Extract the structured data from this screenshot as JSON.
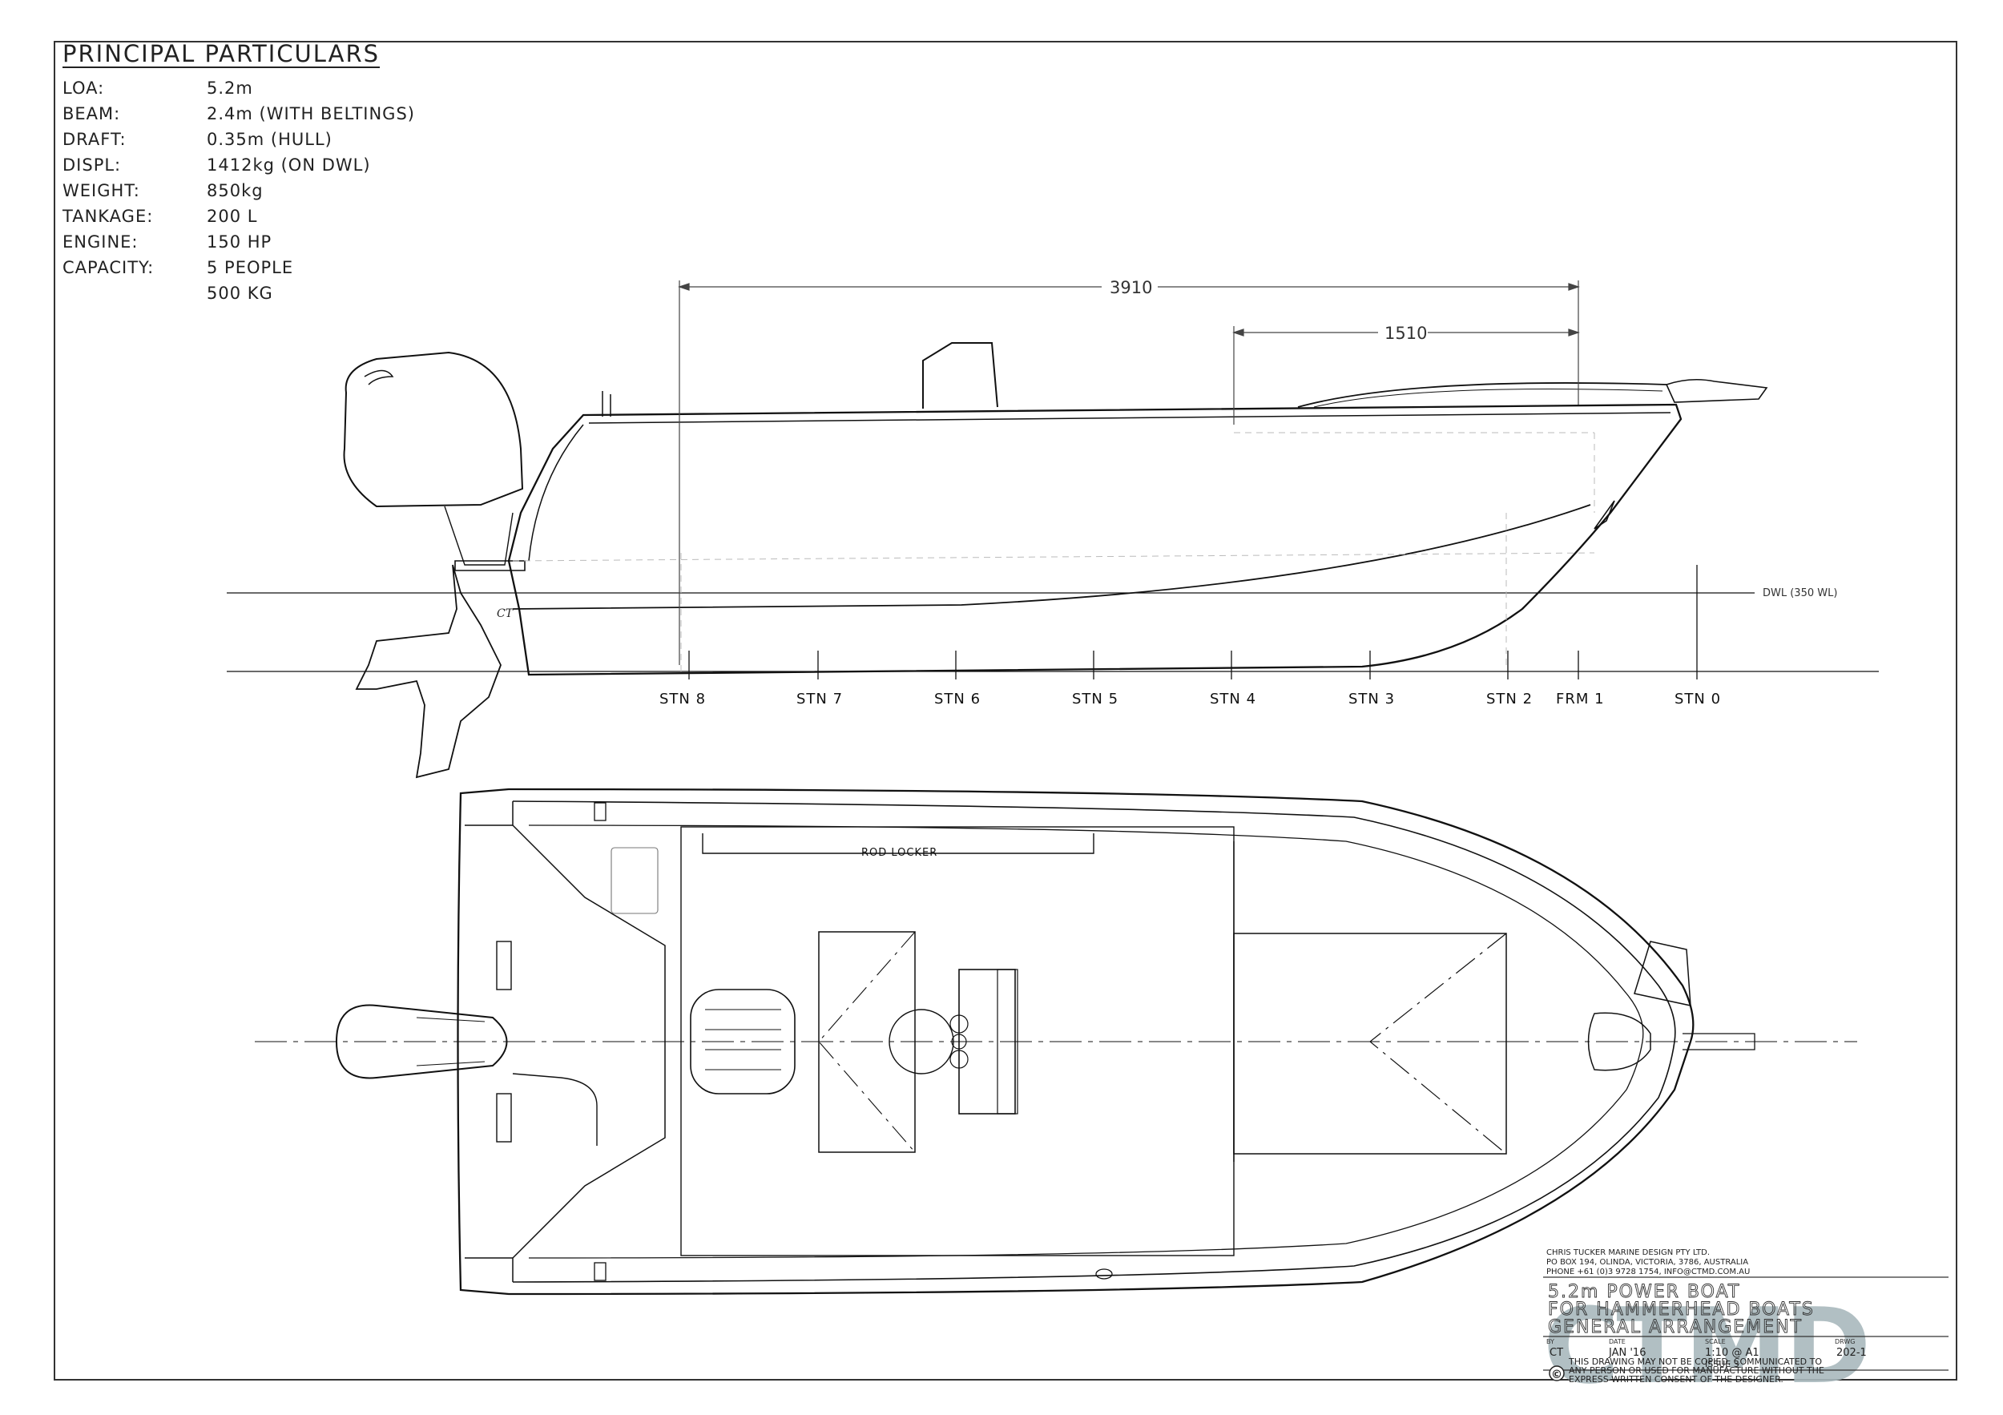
{
  "particulars": {
    "heading": "PRINCIPAL PARTICULARS",
    "rows": [
      {
        "label": "LOA:",
        "value": "5.2m"
      },
      {
        "label": "BEAM:",
        "value": "2.4m (WITH BELTINGS)"
      },
      {
        "label": "DRAFT:",
        "value": "0.35m (HULL)"
      },
      {
        "label": "DISPL:",
        "value": "1412kg (ON DWL)"
      },
      {
        "label": "WEIGHT:",
        "value": "850kg"
      },
      {
        "label": "TANKAGE:",
        "value": "200 L"
      },
      {
        "label": "ENGINE:",
        "value": "150 HP"
      },
      {
        "label": "CAPACITY:",
        "value": "5 PEOPLE"
      },
      {
        "label": "",
        "value": "500 KG"
      }
    ]
  },
  "profile": {
    "dim_overall": "3910",
    "dim_forward": "1510",
    "waterline_label": "DWL (350 WL)",
    "initials": "CT",
    "stations": [
      "STN 8",
      "STN 7",
      "STN 6",
      "STN 5",
      "STN 4",
      "STN 3",
      "STN 2",
      "FRM 1",
      "STN 0"
    ]
  },
  "plan": {
    "rod_locker_label": "ROD LOCKER"
  },
  "title_block": {
    "company": "CHRIS TUCKER MARINE DESIGN PTY LTD.",
    "address": "PO BOX 194, OLINDA, VICTORIA, 3786, AUSTRALIA",
    "contact": "PHONE +61 (0)3 9728 1754, INFO@CTMD.COM.AU",
    "title_line1": "5.2m POWER BOAT",
    "title_line2": "FOR HAMMERHEAD BOATS",
    "title_line3": "GENERAL ARRANGEMENT",
    "by_label": "BY",
    "by": "CT",
    "date_label": "DATE",
    "date": "JAN '16",
    "scale_label": "SCALE",
    "scale": "1:10 @ A1",
    "issue": "ISSUE 3",
    "dwg_label": "DRWG",
    "dwg": "202-1",
    "copyright_symbol": "©",
    "notice_line1": "THIS DRAWING MAY NOT BE COPIED, COMMUNICATED TO",
    "notice_line2": "ANY PERSON OR USED FOR MANUFACTURE WITHOUT THE",
    "notice_line3": "EXPRESS WRITTEN CONSENT OF THE DESIGNER.",
    "watermark": "CTMD"
  },
  "colors": {
    "line": "#111111",
    "faint": "#bbbbbb",
    "watermark": "#a9b9bd"
  }
}
